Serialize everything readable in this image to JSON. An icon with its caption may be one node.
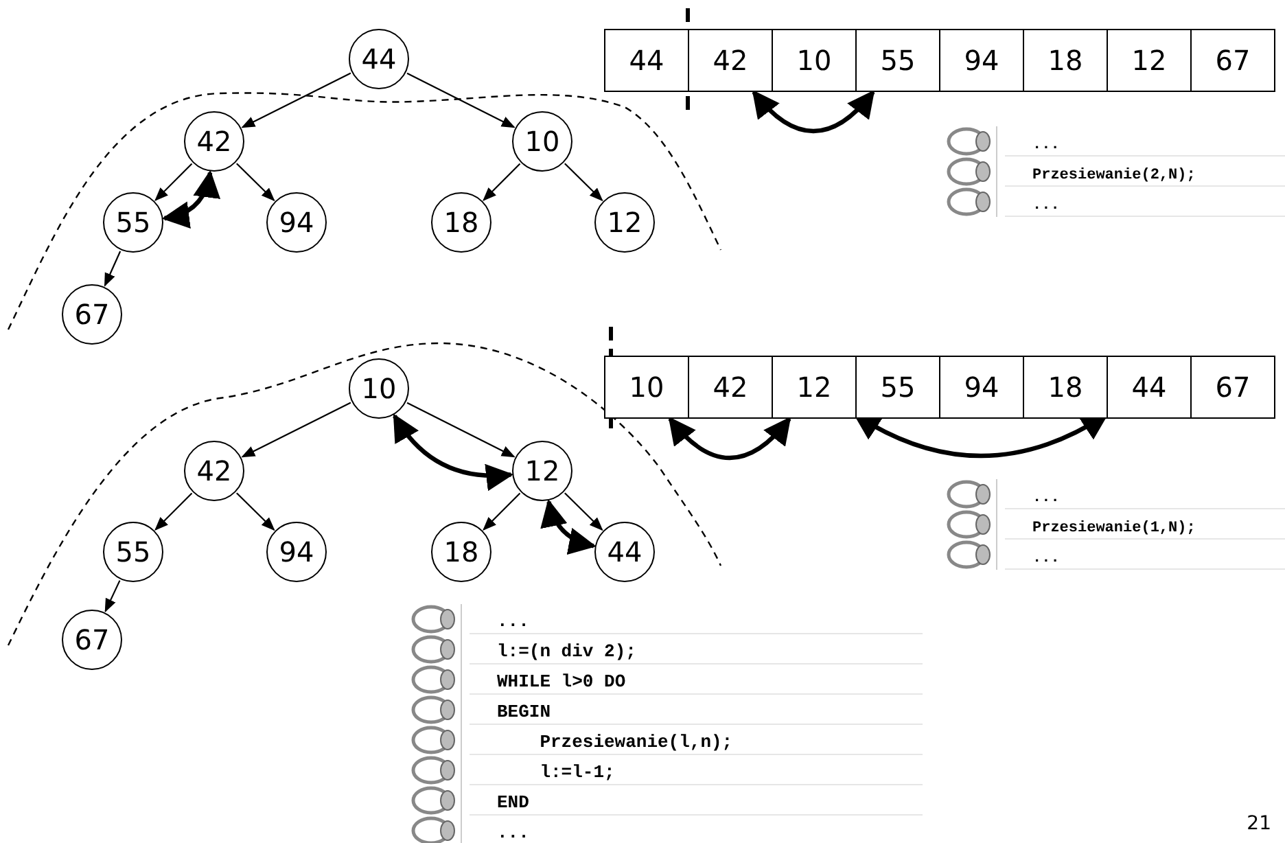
{
  "diagram": {
    "nodes": [
      {
        "text": [
          "44"
        ]
      },
      {
        "text": [
          "42"
        ]
      },
      {
        "text": [
          "10"
        ]
      },
      {
        "text": [
          "55"
        ]
      },
      {
        "text": [
          "94"
        ]
      },
      {
        "text": [
          "18"
        ]
      },
      {
        "text": [
          "12"
        ]
      },
      {
        "text": [
          "67"
        ]
      },
      {
        "text": [
          "44"
        ]
      },
      {
        "text": [
          "42"
        ]
      },
      {
        "text": [
          "10"
        ]
      },
      {
        "text": [
          "55"
        ]
      },
      {
        "text": [
          "94"
        ]
      },
      {
        "text": [
          "18"
        ]
      },
      {
        "text": [
          "12"
        ]
      },
      {
        "text": [
          "67"
        ]
      },
      {
        "text": [
          "...",
          "Przesiewanie(2,N);",
          "..."
        ]
      },
      {
        "text": [
          "10"
        ]
      },
      {
        "text": [
          "42"
        ]
      },
      {
        "text": [
          "12"
        ]
      },
      {
        "text": [
          "55"
        ]
      },
      {
        "text": [
          "94"
        ]
      },
      {
        "text": [
          "18"
        ]
      },
      {
        "text": [
          "44"
        ]
      },
      {
        "text": [
          "67"
        ]
      },
      {
        "text": [
          "10"
        ]
      },
      {
        "text": [
          "42"
        ]
      },
      {
        "text": [
          "12"
        ]
      },
      {
        "text": [
          "55"
        ]
      },
      {
        "text": [
          "94"
        ]
      },
      {
        "text": [
          "18"
        ]
      },
      {
        "text": [
          "44"
        ]
      },
      {
        "text": [
          "67"
        ]
      },
      {
        "text": [
          "...",
          "Przesiewanie(1,N);",
          "..."
        ]
      },
      {
        "text": [
          "...",
          "l:=(n div 2);",
          "WHILE l>0 DO",
          "BEGIN",
          "Przesiewanie(l,n);",
          "l:=l-1;",
          "END",
          "..."
        ]
      }
    ],
    "edges": [
      {
        "from": 0,
        "to": 1,
        "arrow": "to"
      },
      {
        "from": 0,
        "to": 2,
        "arrow": "to"
      },
      {
        "from": 1,
        "to": 3,
        "arrow": "to"
      },
      {
        "from": 1,
        "to": 4,
        "arrow": "to"
      },
      {
        "from": 2,
        "to": 5,
        "arrow": "to"
      },
      {
        "from": 2,
        "to": 6,
        "arrow": "to"
      },
      {
        "from": 3,
        "to": 7,
        "arrow": "to"
      },
      {
        "from": 3,
        "to": 1,
        "arrow": "both",
        "style": "thick"
      },
      {
        "from": 9,
        "to": 11,
        "arrow": "both",
        "style": "thick"
      },
      {
        "from": 17,
        "to": 18,
        "arrow": "to"
      },
      {
        "from": 17,
        "to": 19,
        "arrow": "to"
      },
      {
        "from": 18,
        "to": 20,
        "arrow": "to"
      },
      {
        "from": 18,
        "to": 21,
        "arrow": "to"
      },
      {
        "from": 19,
        "to": 22,
        "arrow": "to"
      },
      {
        "from": 19,
        "to": 23,
        "arrow": "to"
      },
      {
        "from": 20,
        "to": 24,
        "arrow": "to"
      },
      {
        "from": 17,
        "to": 19,
        "arrow": "both",
        "style": "thick"
      },
      {
        "from": 19,
        "to": 23,
        "arrow": "both",
        "style": "thick"
      },
      {
        "from": 25,
        "to": 27,
        "arrow": "both",
        "style": "thick"
      },
      {
        "from": 27,
        "to": 31,
        "arrow": "both",
        "style": "thick"
      }
    ],
    "labels": [
      "21"
    ]
  }
}
